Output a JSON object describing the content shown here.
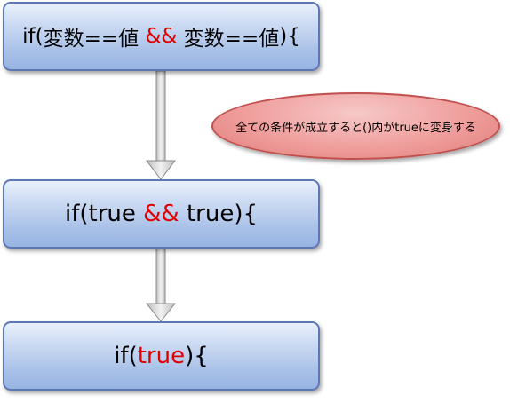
{
  "boxes": {
    "first": {
      "prefix": "if(",
      "left_condition": "変数==値",
      "operator": "&&",
      "right_condition": "変数==値",
      "suffix": "){"
    },
    "second": {
      "prefix": "if(",
      "left_value": "true",
      "operator": "&&",
      "right_value": "true",
      "suffix": "){"
    },
    "third": {
      "prefix": "if(",
      "value": "true",
      "suffix": "){"
    }
  },
  "note": {
    "text": "全ての条件が成立すると()内がtrueに変身する"
  },
  "colors": {
    "box_border": "#5b78b5",
    "box_fill": "#a9c1e8",
    "highlight_text": "#e00000",
    "note_fill": "#ef9e9c",
    "note_border": "#c0504d",
    "arrow_fill": "#d0d0d0"
  }
}
